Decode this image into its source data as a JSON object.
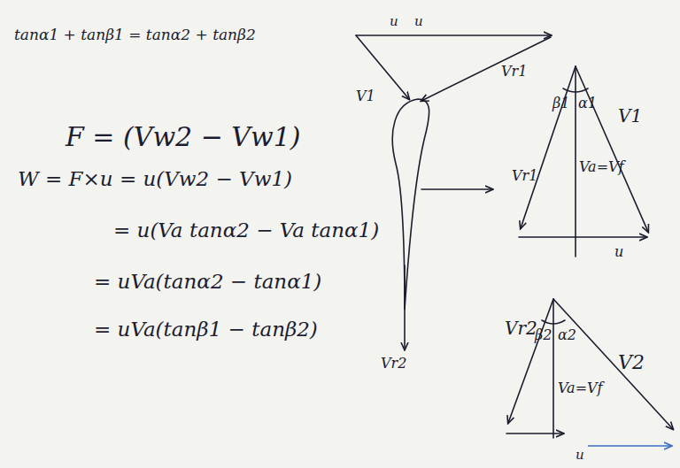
{
  "diagram": {
    "labels": [
      "tanα1 + tanβ1 = tanα2 + tanβ2",
      "F = (Vw2 − Vw1)",
      "W = F×u = u(Vw2 − Vw1)",
      "= u(Va tanα2 − Va tanα1)",
      "= uVa(tanα2 − tanα1)",
      "= uVa(tanβ1 − tanβ2)",
      "u",
      "u",
      "V1",
      "Vr1",
      "Vr2",
      "β1",
      "α1",
      "V1",
      "Vr1",
      "Va=Vf",
      "u",
      "Vr2",
      "β2",
      "α2",
      "V2",
      "Va=Vf",
      "u"
    ]
  }
}
